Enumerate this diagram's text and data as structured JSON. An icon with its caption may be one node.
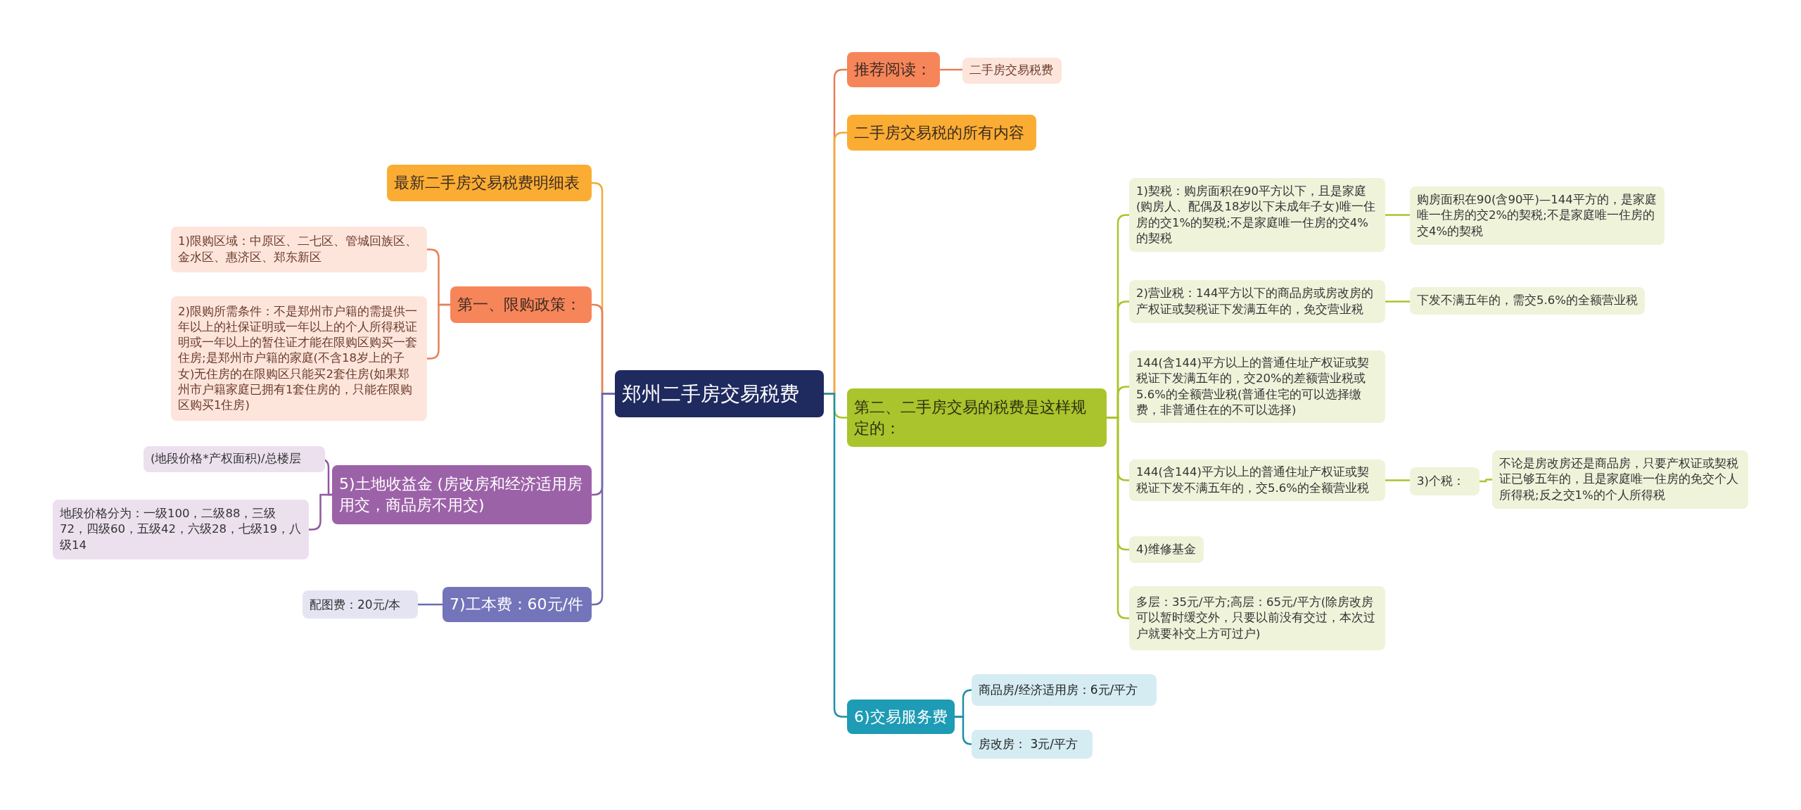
{
  "diagram": {
    "nodes": [
      {
        "text": [
          "郑州二手房交易税费"
        ]
      },
      {
        "text": [
          "推荐阅读："
        ]
      },
      {
        "text": [
          "二手房交易税费"
        ]
      },
      {
        "text": [
          "二手房交易税的所有内容"
        ]
      },
      {
        "text": [
          "第二、二手房交易的税费是这样规定的："
        ]
      },
      {
        "text": [
          "1)契税：购房面积在90平方以下，且是家庭(购房人、配偶及18岁以下未成年子女)唯一住房的交1%的契税;不是家庭唯一住房的交4%的契税"
        ]
      },
      {
        "text": [
          "购房面积在90(含90平)—144平方的，是家庭唯一住房的交2%的契税;不是家庭唯一住房的交4%的契税"
        ]
      },
      {
        "text": [
          "2)营业税：144平方以下的商品房或房改房的产权证或契税证下发满五年的，免交营业税"
        ]
      },
      {
        "text": [
          "下发不满五年的，需交5.6%的全额营业税"
        ]
      },
      {
        "text": [
          "144(含144)平方以上的普通住址产权证或契税证下发满五年的，交20%的差额营业税或5.6%的全额营业税(普通住宅的可以选择缴费，非普通住在的不可以选择)"
        ]
      },
      {
        "text": [
          "144(含144)平方以上的普通住址产权证或契税证下发不满五年的，交5.6%的全额营业税"
        ]
      },
      {
        "text": [
          "3)个税："
        ]
      },
      {
        "text": [
          "不论是房改房还是商品房，只要产权证或契税证已够五年的，且是家庭唯一住房的免交个人所得税;反之交1%的个人所得税"
        ]
      },
      {
        "text": [
          "4)维修基金"
        ]
      },
      {
        "text": [
          "多层：35元/平方;高层：65元/平方(除房改房可以暂时缓交外，只要以前没有交过，本次过户就要补交上方可过户)"
        ]
      },
      {
        "text": [
          "6)交易服务费"
        ]
      },
      {
        "text": [
          "商品房/经济适用房：6元/平方"
        ]
      },
      {
        "text": [
          "房改房： 3元/平方"
        ]
      },
      {
        "text": [
          "最新二手房交易税费明细表"
        ]
      },
      {
        "text": [
          "第一、限购政策："
        ]
      },
      {
        "text": [
          "1)限购区域：中原区、二七区、管城回族区、金水区、惠济区、郑东新区"
        ]
      },
      {
        "text": [
          "2)限购所需条件：不是郑州市户籍的需提供一年以上的社保证明或一年以上的个人所得税证明或一年以上的暂住证才能在限购区购买一套住房;是郑州市户籍的家庭(不含18岁上的子女)无住房的在限购区只能买2套住房(如果郑州市户籍家庭已拥有1套住房的，只能在限购区购买1住房)"
        ]
      },
      {
        "text": [
          "5)土地收益金 (房改房和经济适用房用交，商品房不用交)"
        ]
      },
      {
        "text": [
          "(地段价格*产权面积)/总楼层"
        ]
      },
      {
        "text": [
          "地段价格分为：一级100，二级88，三级72，四级60，五级42，六级28，七级19，八级14"
        ]
      },
      {
        "text": [
          "7)工本费：60元/件"
        ]
      },
      {
        "text": [
          "配图费：20元/本"
        ]
      }
    ],
    "edges": [
      {
        "from": 0,
        "to": 1,
        "arrow": "none",
        "color": "#e58058"
      },
      {
        "from": 1,
        "to": 2,
        "arrow": "none",
        "color": "#e58058"
      },
      {
        "from": 0,
        "to": 3,
        "arrow": "none",
        "color": "#f2a93b"
      },
      {
        "from": 0,
        "to": 4,
        "arrow": "none"
      },
      {
        "from": 4,
        "to": 5,
        "arrow": "none"
      },
      {
        "from": 5,
        "to": 6,
        "arrow": "none"
      },
      {
        "from": 4,
        "to": 7,
        "arrow": "none"
      },
      {
        "from": 7,
        "to": 8,
        "arrow": "none"
      },
      {
        "from": 4,
        "to": 9,
        "arrow": "none"
      },
      {
        "from": 4,
        "to": 10,
        "arrow": "none"
      },
      {
        "from": 10,
        "to": 11,
        "arrow": "none"
      },
      {
        "from": 11,
        "to": 12,
        "arrow": "none"
      },
      {
        "from": 4,
        "to": 13,
        "arrow": "none"
      },
      {
        "from": 4,
        "to": 14,
        "arrow": "none"
      },
      {
        "from": 0,
        "to": 15,
        "arrow": "none",
        "color": "#1e8fa8"
      },
      {
        "from": 15,
        "to": 16,
        "arrow": "none",
        "color": "#1e8fa8"
      },
      {
        "from": 15,
        "to": 17,
        "arrow": "none",
        "color": "#1e8fa8"
      },
      {
        "from": 0,
        "to": 18,
        "arrow": "none",
        "color": "#f2a93b"
      },
      {
        "from": 0,
        "to": 19,
        "arrow": "none",
        "color": "#e58058"
      },
      {
        "from": 19,
        "to": 20,
        "arrow": "none",
        "color": "#e58058"
      },
      {
        "from": 19,
        "to": 21,
        "arrow": "none",
        "color": "#e58058"
      },
      {
        "from": 0,
        "to": 22,
        "arrow": "none",
        "color": "#8e5a9e"
      },
      {
        "from": 22,
        "to": 23,
        "arrow": "none",
        "color": "#8e5a9e"
      },
      {
        "from": 22,
        "to": 24,
        "arrow": "none",
        "color": "#8e5a9e"
      },
      {
        "from": 0,
        "to": 25,
        "arrow": "none",
        "color": "#6c6cb0"
      },
      {
        "from": 25,
        "to": 26,
        "arrow": "none",
        "color": "#6c6cb0"
      }
    ]
  }
}
